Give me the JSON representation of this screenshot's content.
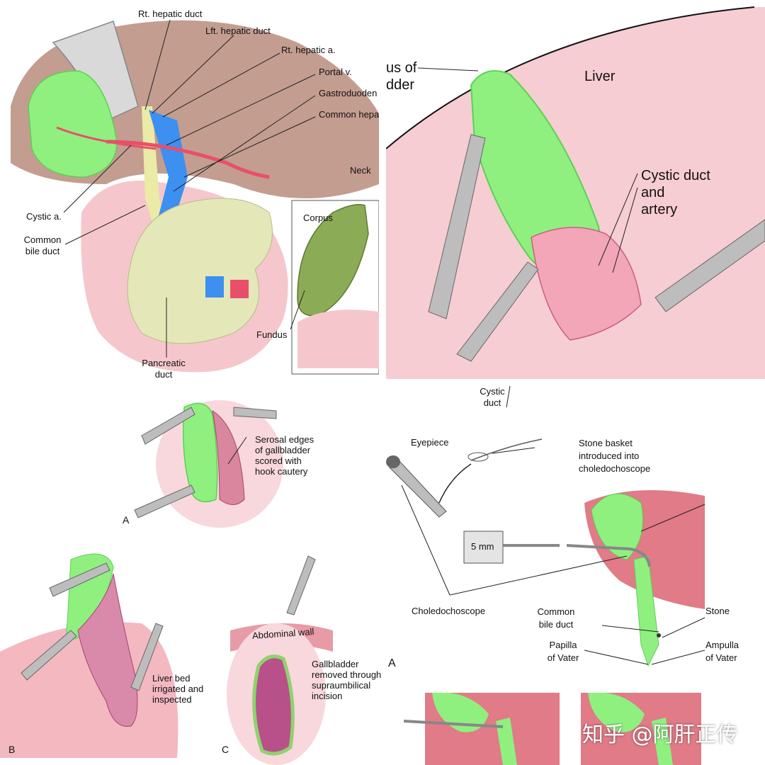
{
  "colors": {
    "gallbladder": "#8ff080",
    "gallbladder_dark": "#5fcf55",
    "liver": "#f7c9ce",
    "liver_dark": "#e08a97",
    "artery": "#e8506a",
    "vein": "#3d8ff0",
    "duct": "#ebeaa6",
    "pancreas": "#e4e7b8",
    "instrument": "#bdbdbd"
  },
  "top_left": {
    "rt_hepatic_duct": "Rt. hepatic duct",
    "lft_hepatic_duct": "Lft. hepatic duct",
    "rt_hepatic_a": "Rt. hepatic a.",
    "portal_v": "Portal v.",
    "gastroduoden": "Gastroduoden",
    "common_hepa": "Common hepa",
    "neck": "Neck",
    "corpus": "Corpus",
    "cystic_a": "Cystic a.",
    "common_bile_duct_1": "Common",
    "common_bile_duct_2": "bile duct",
    "fundus": "Fundus",
    "pancreatic_duct_1": "Pancreatic",
    "pancreatic_duct_2": "duct"
  },
  "top_right": {
    "fundus_of_1": "us of",
    "fundus_of_2": "dder",
    "liver": "Liver",
    "cystic_duct_artery_1": "Cystic duct",
    "cystic_duct_artery_2": "and",
    "cystic_duct_artery_3": "artery",
    "cystic_duct_below_1": "Cystic",
    "cystic_duct_below_2": "duct"
  },
  "middle_left": {
    "serosal_1": "Serosal edges",
    "serosal_2": "of gallbladder",
    "serosal_3": "scored with",
    "serosal_4": "hook cautery",
    "tag_a": "A"
  },
  "bottom_left": {
    "liver_bed_1": "Liver bed",
    "liver_bed_2": "irrigated and",
    "liver_bed_3": "inspected",
    "tag_b": "B",
    "abdominal_wall": "Abdominal wall",
    "removed_1": "Gallbladder",
    "removed_2": "removed through",
    "removed_3": "supraumbilical",
    "removed_4": "incision",
    "tag_c": "C"
  },
  "right_middle": {
    "eyepiece": "Eyepiece",
    "stone_basket_1": "Stone basket",
    "stone_basket_2": "introduced into",
    "stone_basket_3": "choledochoscope",
    "five_mm": "5 mm",
    "choledochoscope": "Choledochoscope",
    "common_bile_duct_1": "Common",
    "common_bile_duct_2": "bile duct",
    "stone": "Stone",
    "papilla_1": "Papilla",
    "papilla_2": "of Vater",
    "ampulla_1": "Ampulla",
    "ampulla_2": "of Vater",
    "tag_a": "A"
  },
  "watermark": "知乎 @阿肝正传"
}
